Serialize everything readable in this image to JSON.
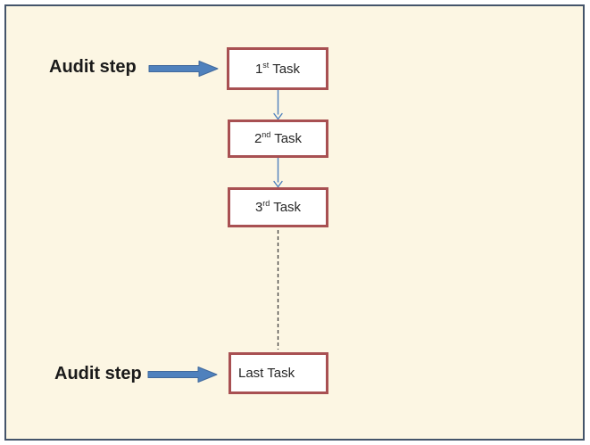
{
  "diagram": {
    "type": "flowchart",
    "audit_label_top": "Audit step",
    "audit_label_bottom": "Audit step",
    "boxes": [
      {
        "pre": "1",
        "sup": "st",
        "post": " Task"
      },
      {
        "pre": "2",
        "sup": "nd",
        "post": " Task"
      },
      {
        "pre": "3",
        "sup": "rd",
        "post": " Task"
      },
      {
        "pre": "Last Task",
        "sup": "",
        "post": ""
      }
    ]
  },
  "colors": {
    "slide_bg": "#fcf6e3",
    "frame_border": "#44546a",
    "box_border": "#a85052",
    "box_fill": "#ffffff",
    "arrow_fill": "#4f81bd",
    "arrow_stroke": "#41699c",
    "connector": "#4f81bd",
    "dashed": "#3f3f3f",
    "box_text": "#262626",
    "label_text": "#1a1a1a"
  }
}
